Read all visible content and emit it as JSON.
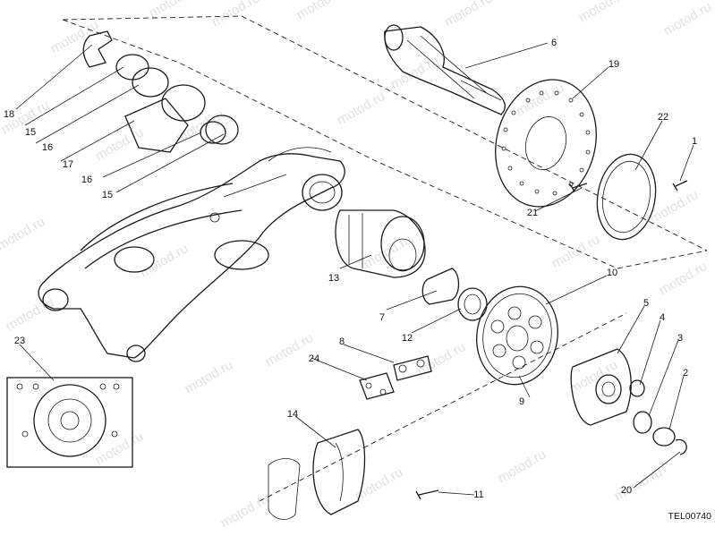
{
  "watermark": "motod.ru",
  "drawing_code": "TEL00740",
  "callouts": [
    "1",
    "2",
    "3",
    "4",
    "5",
    "6",
    "7",
    "8",
    "9",
    "10",
    "11",
    "12",
    "13",
    "14",
    "15",
    "15",
    "16",
    "16",
    "17",
    "18",
    "19",
    "20",
    "21",
    "22",
    "23",
    "24"
  ]
}
